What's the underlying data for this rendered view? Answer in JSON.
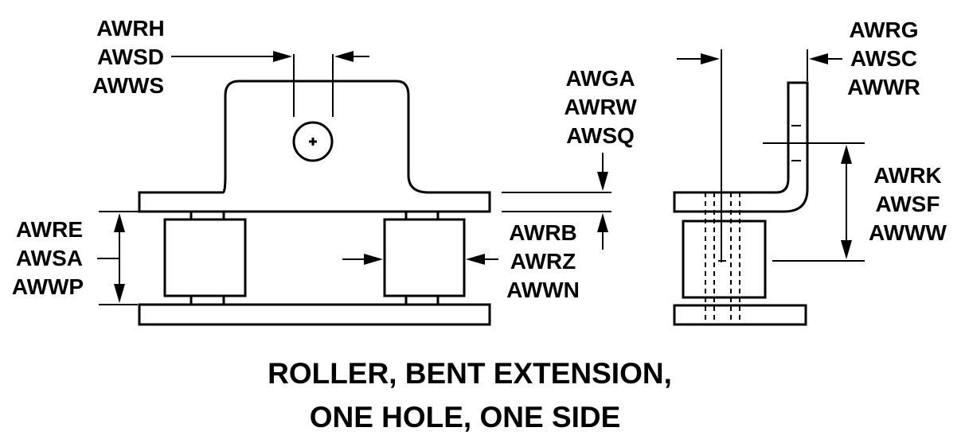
{
  "callouts": {
    "hole_width": [
      "AWRH",
      "AWSD",
      "AWWS"
    ],
    "roller_height": [
      "AWRE",
      "AWSA",
      "AWWP"
    ],
    "plate_thickness": [
      "AWGA",
      "AWRW",
      "AWSQ"
    ],
    "roller_width": [
      "AWRB",
      "AWRZ",
      "AWWN"
    ],
    "extension_thickness": [
      "AWRG",
      "AWSC",
      "AWWR"
    ],
    "hole_height": [
      "AWRK",
      "AWSF",
      "AWWW"
    ]
  },
  "caption": {
    "line1": "ROLLER, BENT EXTENSION,",
    "line2": "ONE HOLE, ONE SIDE"
  },
  "colors": {
    "ink": "#000000",
    "paper": "#ffffff"
  }
}
